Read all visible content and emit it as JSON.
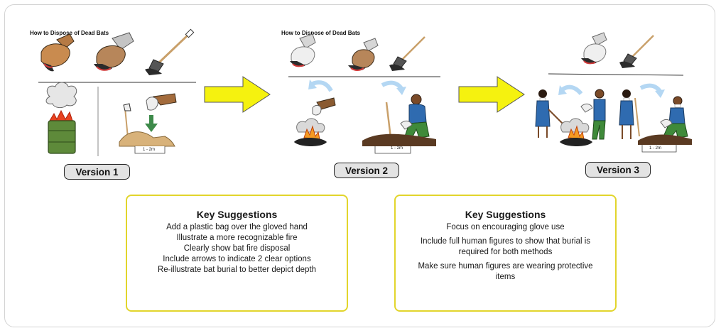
{
  "panels": [
    {
      "title": "How to Dispose of Dead Bats",
      "version": "Version 1",
      "depth": "1 - 2m"
    },
    {
      "title": "How to Dispose of Dead Bats",
      "version": "Version 2",
      "depth": "1 - 2m"
    },
    {
      "title": "",
      "version": "Version 3",
      "depth": "1 - 2m"
    }
  ],
  "suggestions": [
    {
      "title": "Key Suggestions",
      "items": [
        "Add a plastic bag over the gloved hand",
        "Illustrate a more recognizable fire",
        "Clearly show bat fire disposal",
        "Include arrows to indicate 2 clear options",
        "Re-illustrate bat burial to better depict depth"
      ]
    },
    {
      "title": "Key Suggestions",
      "items": [
        "Focus on encouraging glove use",
        "Include full human figures to show that burial is required for both methods",
        "Make sure human figures are wearing protective items"
      ]
    }
  ],
  "colors": {
    "arrow_fill": "#f5f20f",
    "box_border": "#e2d52c",
    "label_bg": "#e3e3e3",
    "curve_arrow": "#b4d7f3"
  },
  "icons": [
    "gloved-hand-icon",
    "bagged-hand-icon",
    "shovel-icon",
    "fire-barrel-icon",
    "burial-pit-icon",
    "person-figure-icon"
  ]
}
